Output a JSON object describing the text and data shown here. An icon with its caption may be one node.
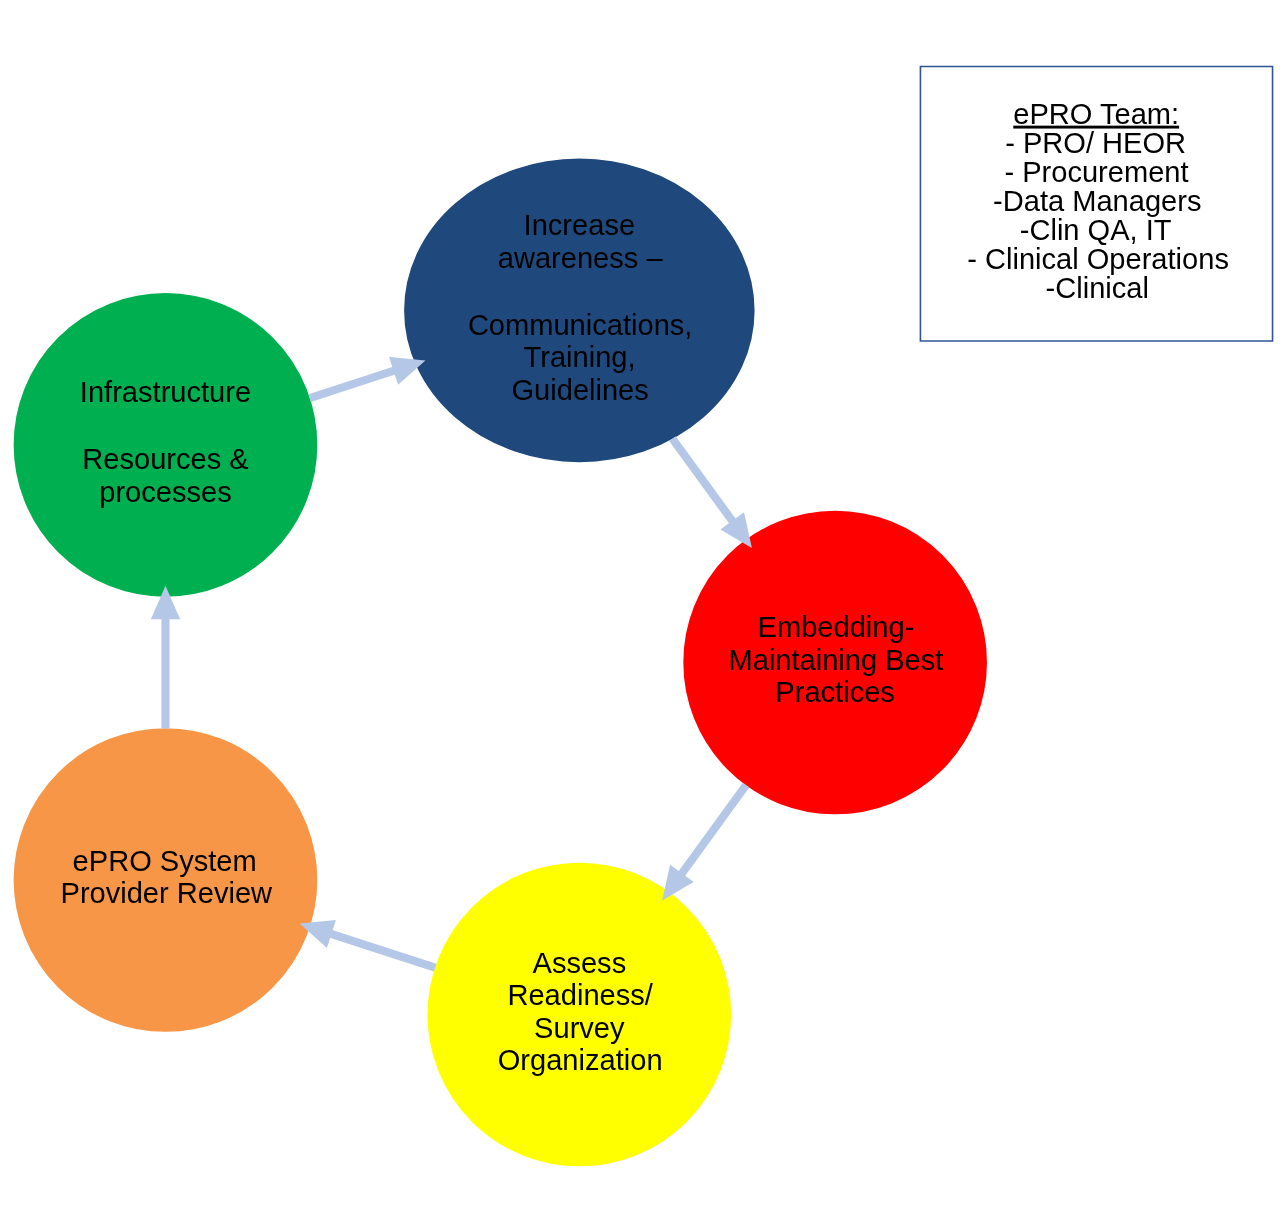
{
  "diagram": {
    "nodes": [
      {
        "text": [
          "Assess Readiness/ Survey Organization"
        ]
      },
      {
        "text": [
          "ePRO System Provider Review"
        ]
      },
      {
        "text": [
          "Infrastructure",
          "Resources & processes"
        ]
      },
      {
        "text": [
          "Increase awareness –",
          "Communications, Training, Guidelines"
        ]
      },
      {
        "text": [
          "Embedding- Maintaining Best Practices"
        ]
      },
      {
        "text": [
          "ePRO Team:",
          "- PRO/ HEOR",
          "- Procurement",
          "-Data Managers",
          "-Clin QA, IT",
          "- Clinical Operations",
          "-Clinical"
        ]
      }
    ],
    "edges": [
      {
        "from": 0,
        "to": 1,
        "arrow": "to"
      },
      {
        "from": 1,
        "to": 2,
        "arrow": "to"
      },
      {
        "from": 2,
        "to": 3,
        "arrow": "to"
      },
      {
        "from": 3,
        "to": 4,
        "arrow": "to"
      },
      {
        "from": 4,
        "to": 0,
        "arrow": "to"
      }
    ]
  }
}
